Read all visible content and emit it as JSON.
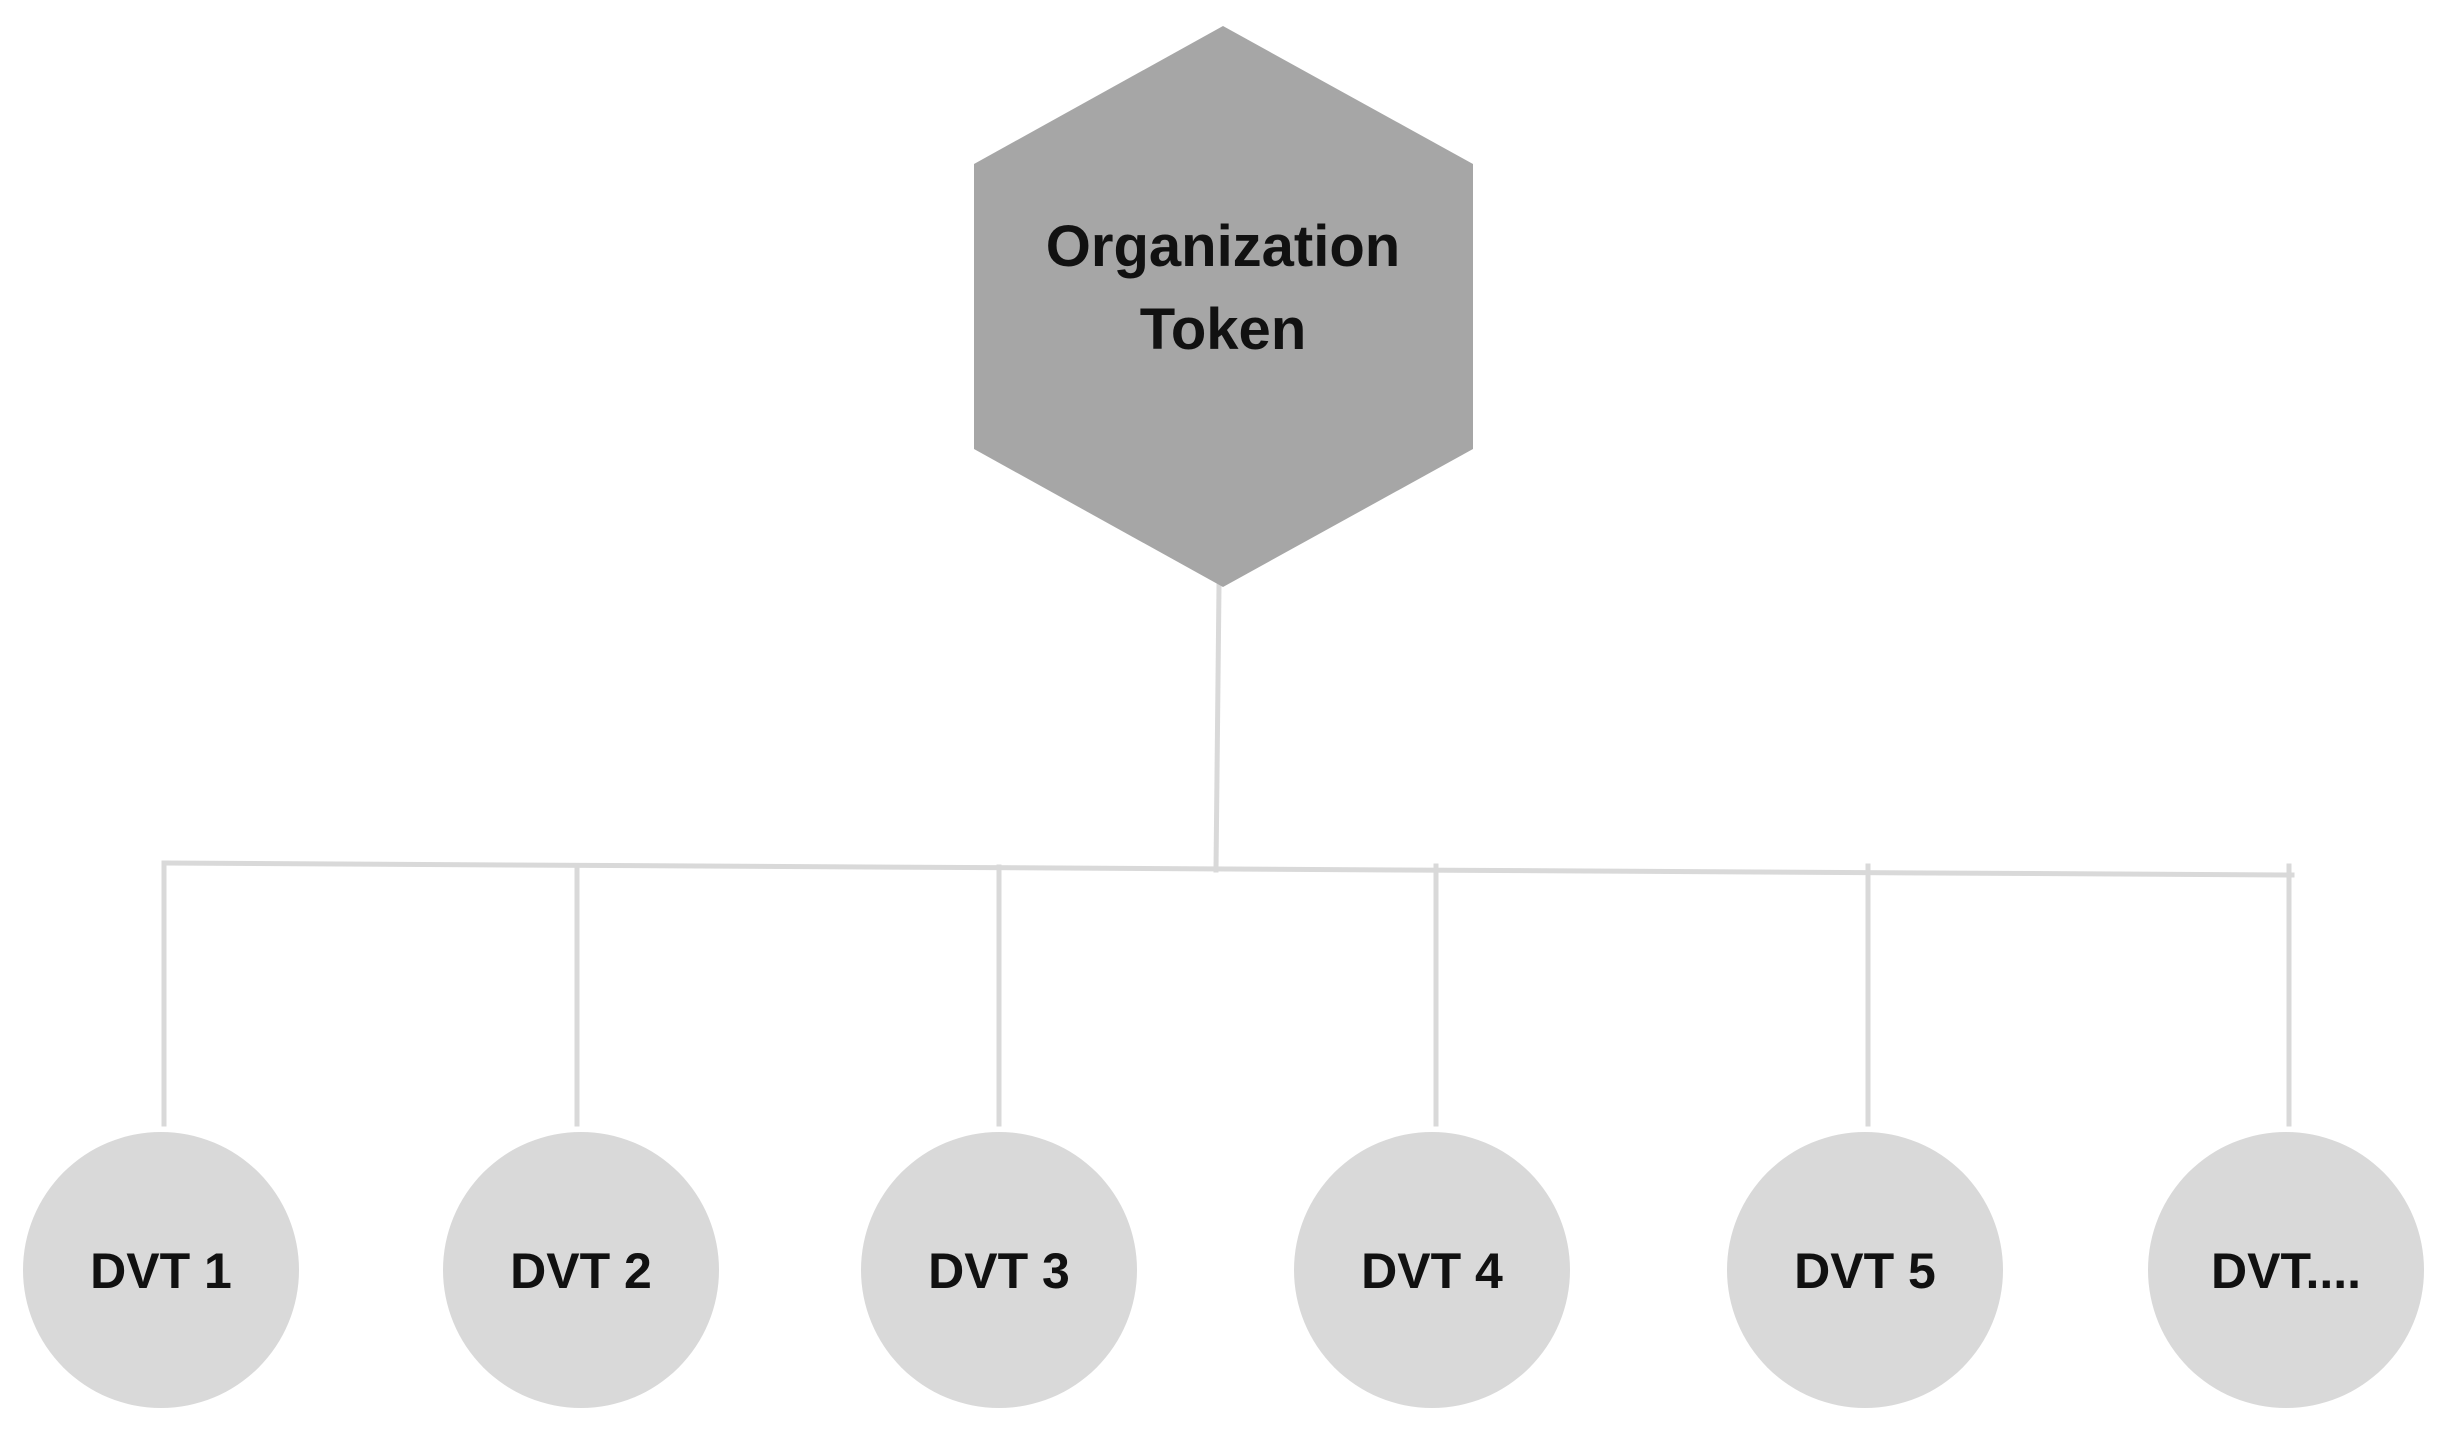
{
  "root": {
    "label_line1": "Organization",
    "label_line2": "Token",
    "color": "#a6a6a6"
  },
  "children": [
    {
      "label": "DVT 1"
    },
    {
      "label": "DVT 2"
    },
    {
      "label": "DVT 3"
    },
    {
      "label": "DVT 4"
    },
    {
      "label": "DVT 5"
    },
    {
      "label": "DVT...."
    }
  ],
  "colors": {
    "child_fill": "#d9d9d9",
    "connector": "#d9d9d9",
    "text": "#111111"
  }
}
